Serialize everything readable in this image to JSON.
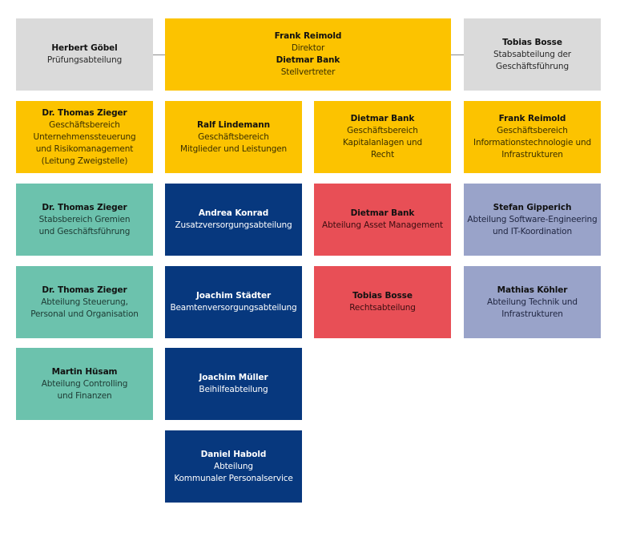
{
  "chart": {
    "top": {
      "left": {
        "name": "Herbert Göbel",
        "role": [
          "Prüfungsabteilung"
        ]
      },
      "center": {
        "lines": [
          {
            "text": "Frank Reimold",
            "bold": true
          },
          {
            "text": "Direktor",
            "bold": false
          },
          {
            "text": "Dietmar Bank",
            "bold": true
          },
          {
            "text": "Stellvertreter",
            "bold": false
          }
        ]
      },
      "right": {
        "name": "Tobias Bosse",
        "role": [
          "Stabsabteilung der",
          "Geschäftsführung"
        ]
      }
    },
    "divisions": [
      {
        "name": "Dr. Thomas Zieger",
        "role": [
          "Geschäftsbereich",
          "Unternehmenssteuerung",
          "und Risikomanagement",
          "(Leitung Zweigstelle)"
        ]
      },
      {
        "name": "Ralf Lindemann",
        "role": [
          "Geschäftsbereich",
          "Mitglieder und Leistungen"
        ]
      },
      {
        "name": "Dietmar Bank",
        "role": [
          "Geschäftsbereich",
          "Kapitalanlagen und",
          "Recht"
        ]
      },
      {
        "name": "Frank Reimold",
        "role": [
          "Geschäftsbereich",
          "Informationstechnologie und",
          "Infrastrukturen"
        ]
      }
    ],
    "column1": [
      {
        "name": "Dr. Thomas Zieger",
        "role": [
          "Stabsbereich Gremien",
          "und Geschäftsführung"
        ]
      },
      {
        "name": "Dr. Thomas Zieger",
        "role": [
          "Abteilung Steuerung,",
          "Personal und Organisation"
        ]
      },
      {
        "name": "Martin Hüsam",
        "role": [
          "Abteilung Controlling",
          "und Finanzen"
        ]
      }
    ],
    "column2": [
      {
        "name": "Andrea Konrad",
        "role": [
          "Zusatzversorgungsabteilung"
        ]
      },
      {
        "name": "Joachim Städter",
        "role": [
          "Beamtenversorgungsabteilung"
        ]
      },
      {
        "name": "Joachim Müller",
        "role": [
          "Beihilfeabteilung"
        ]
      },
      {
        "name": "Daniel Habold",
        "role": [
          "Abteilung",
          "Kommunaler Personalservice"
        ]
      }
    ],
    "column3": [
      {
        "name": "Dietmar Bank",
        "role": [
          "Abteilung Asset Management"
        ]
      },
      {
        "name": "Tobias Bosse",
        "role": [
          "Rechtsabteilung"
        ]
      }
    ],
    "column4": [
      {
        "name": "Stefan Gipperich",
        "role": [
          "Abteilung Software-Engineering",
          "und IT-Koordination"
        ]
      },
      {
        "name": "Mathias Köhler",
        "role": [
          "Abteilung Technik und",
          "Infrastrukturen"
        ]
      }
    ]
  },
  "colors": {
    "staff_gray": "#dadada",
    "executive_yellow": "#fcc300",
    "teal": "#6cc2ad",
    "navy": "#07387e",
    "red": "#e84f56",
    "lavender": "#99a3c9",
    "connector": "#8a8a8a"
  }
}
